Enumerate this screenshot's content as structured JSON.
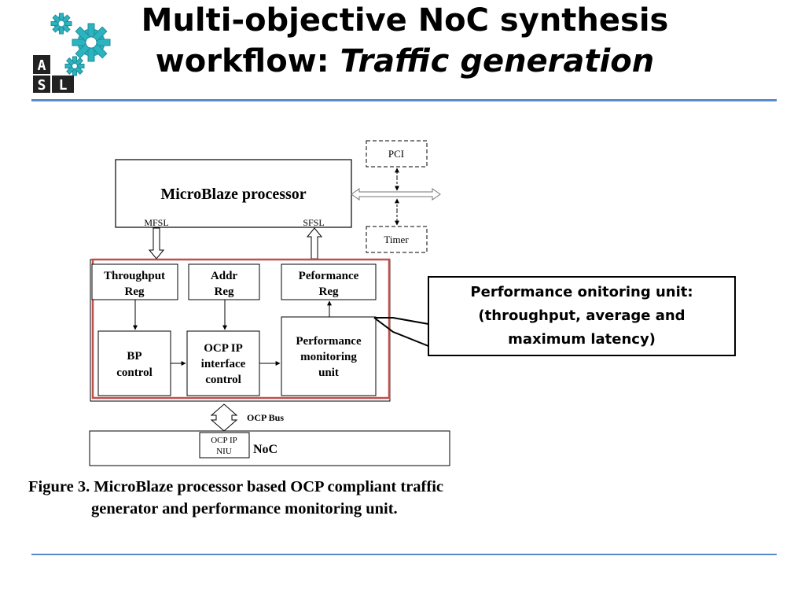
{
  "title": {
    "line1": "Multi-objective NoC synthesis",
    "line2_prefix": "workflow: ",
    "line2_italic": "Traffic generation"
  },
  "logo": {
    "letters": [
      "A",
      "S",
      "L"
    ],
    "icon": "gears-icon"
  },
  "diagram": {
    "processor": "MicroBlaze processor",
    "mfsl": "MFSL",
    "sfsl": "SFSL",
    "pci": "PCI",
    "timer": "Timer",
    "throughput_reg": [
      "Throughput",
      "Reg"
    ],
    "addr_reg": [
      "Addr",
      "Reg"
    ],
    "perf_reg": [
      "Peformance",
      "Reg"
    ],
    "bp_control": [
      "BP",
      "control"
    ],
    "ocp_ip_ctrl": [
      "OCP IP",
      "interface",
      "control"
    ],
    "perf_unit": [
      "Performance",
      "monitoring",
      "unit"
    ],
    "ocp_bus": "OCP Bus",
    "ocp_ip_niu": [
      "OCP IP",
      "NIU"
    ],
    "noc": "NoC"
  },
  "callout": {
    "line1": "Performance onitoring unit:",
    "line2": "(throughput, average and",
    "line3": "maximum latency)"
  },
  "caption": {
    "line1": "Figure 3. MicroBlaze processor based OCP compliant traffic",
    "line2": "generator and performance monitoring unit."
  },
  "colors": {
    "rule": "#5b8bc7",
    "highlight": "#c0504d",
    "gear": "#2bb3c0"
  }
}
